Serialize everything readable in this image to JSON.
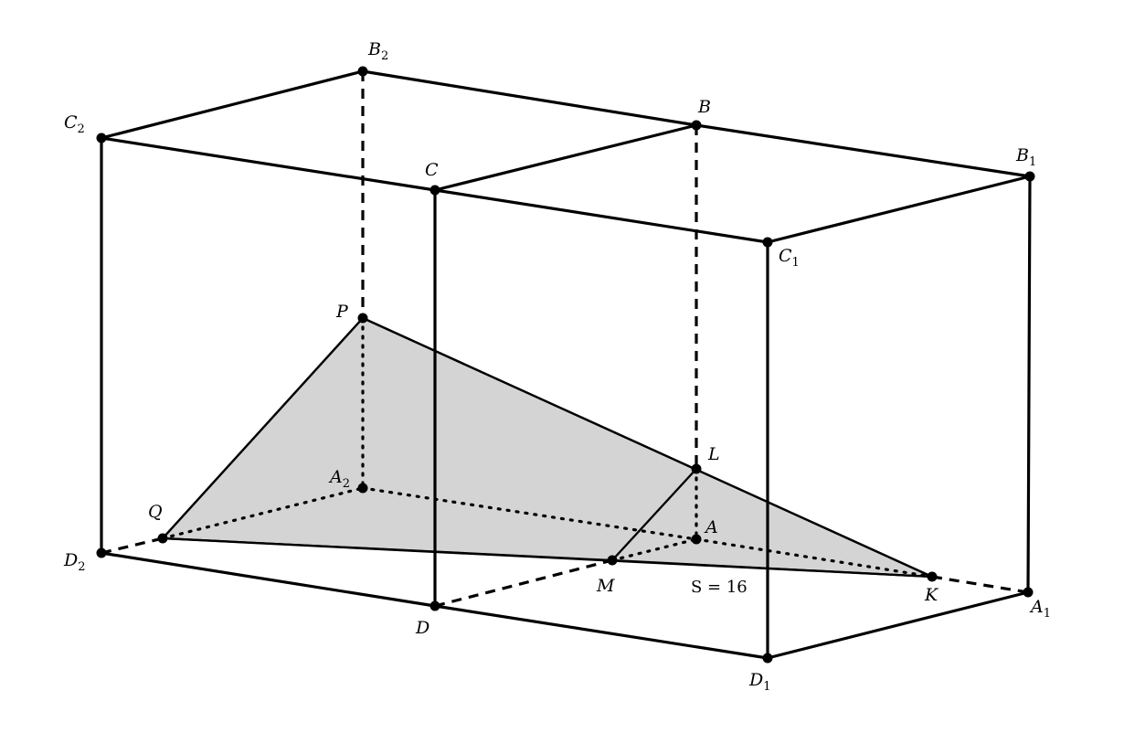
{
  "points": [
    {
      "id": "B2",
      "base": "B",
      "sub": "2"
    },
    {
      "id": "C2",
      "base": "C",
      "sub": "2"
    },
    {
      "id": "B",
      "base": "B",
      "sub": ""
    },
    {
      "id": "C",
      "base": "C",
      "sub": ""
    },
    {
      "id": "B1",
      "base": "B",
      "sub": "1"
    },
    {
      "id": "C1",
      "base": "C",
      "sub": "1"
    },
    {
      "id": "P",
      "base": "P",
      "sub": ""
    },
    {
      "id": "L",
      "base": "L",
      "sub": ""
    },
    {
      "id": "A2",
      "base": "A",
      "sub": "2"
    },
    {
      "id": "A",
      "base": "A",
      "sub": ""
    },
    {
      "id": "Q",
      "base": "Q",
      "sub": ""
    },
    {
      "id": "D2",
      "base": "D",
      "sub": "2"
    },
    {
      "id": "M",
      "base": "M",
      "sub": ""
    },
    {
      "id": "K",
      "base": "K",
      "sub": ""
    },
    {
      "id": "A1",
      "base": "A",
      "sub": "1"
    },
    {
      "id": "D",
      "base": "D",
      "sub": ""
    },
    {
      "id": "D1",
      "base": "D",
      "sub": "1"
    }
  ],
  "area_label": "S = 16",
  "section_color": "#d4d4d4"
}
